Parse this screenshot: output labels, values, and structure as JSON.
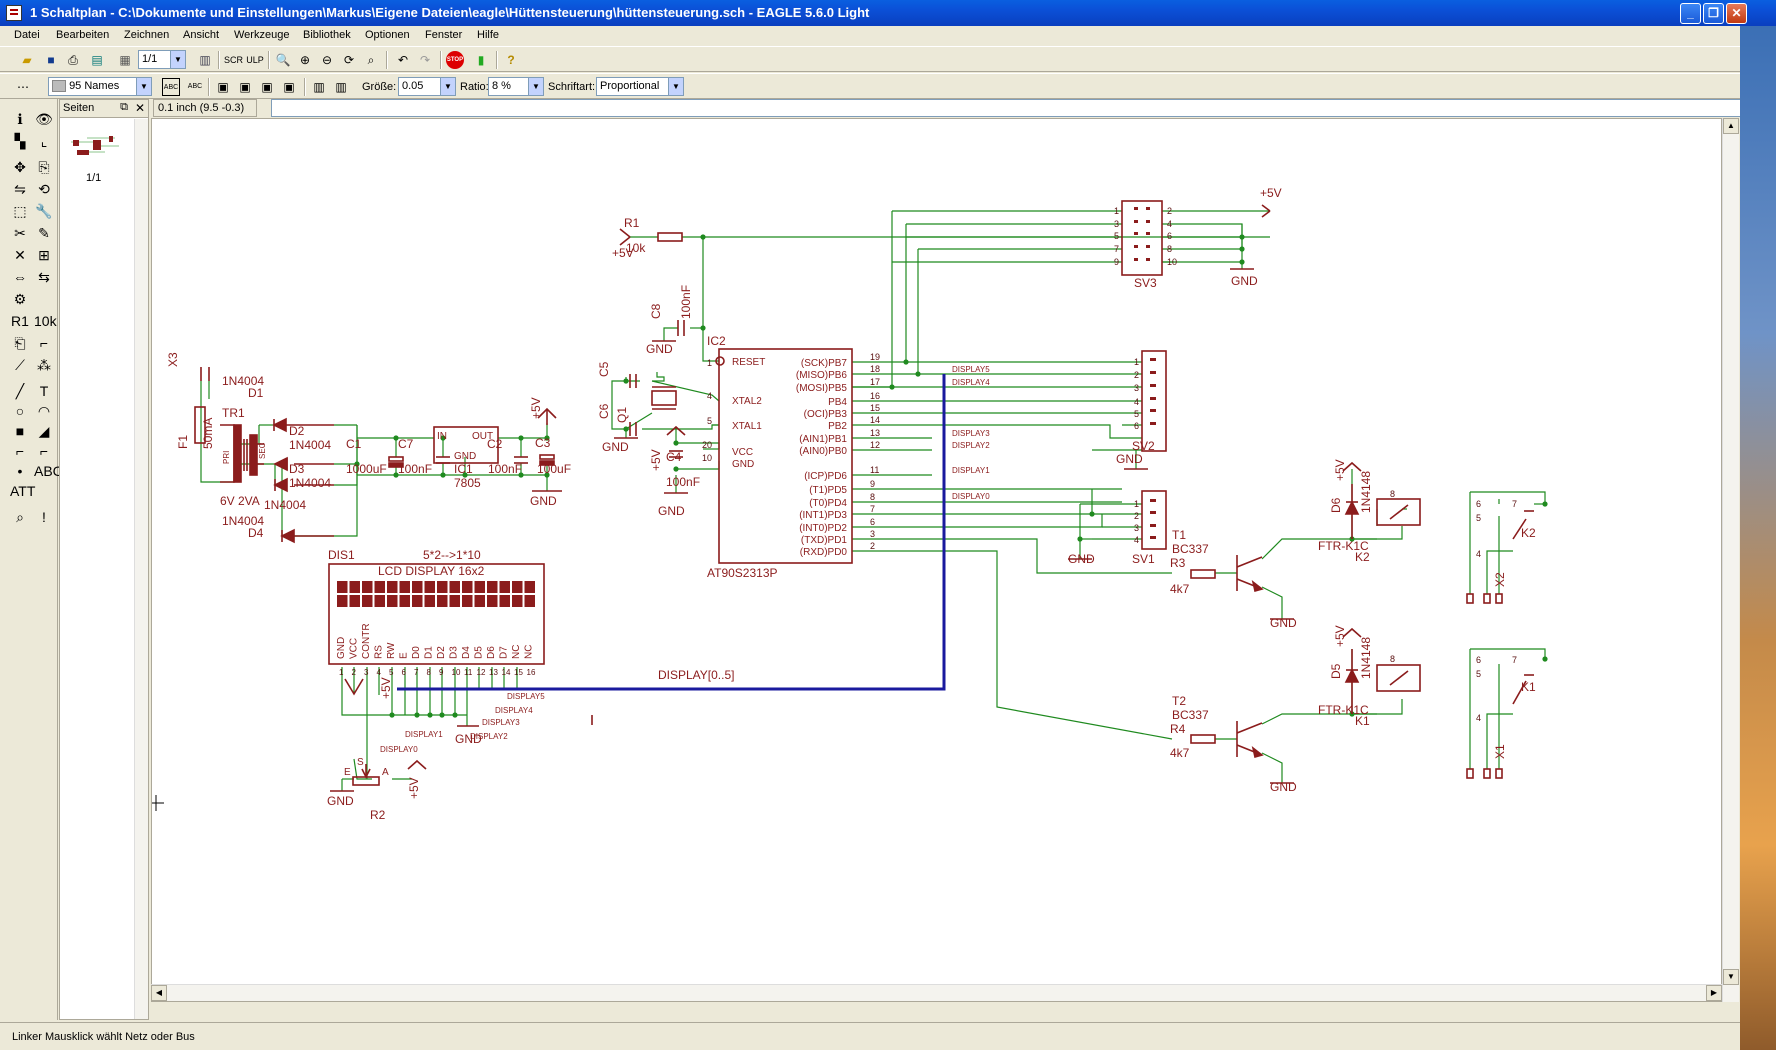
{
  "window": {
    "title": "1 Schaltplan - C:\\Dokumente und Einstellungen\\Markus\\Eigene Dateien\\eagle\\Hüttensteuerung\\hüttensteuerung.sch - EAGLE 5.6.0 Light"
  },
  "menu": [
    "Datei",
    "Bearbeiten",
    "Zeichnen",
    "Ansicht",
    "Werkzeuge",
    "Bibliothek",
    "Optionen",
    "Fenster",
    "Hilfe"
  ],
  "toolbar1": {
    "sheet_select": "1/1"
  },
  "toolbar2": {
    "layer_select": "95 Names",
    "size_label": "Größe:",
    "size_value": "0.05",
    "ratio_label": "Ratio:",
    "ratio_value": "8 %",
    "font_label": "Schriftart:",
    "font_value": "Proportional"
  },
  "pages_panel": {
    "title": "Seiten",
    "page_label": "1/1"
  },
  "coordinate_readout": "0.1 inch (9.5 -0.3)",
  "status_message": "Linker Mausklick wählt Netz oder Bus",
  "schematic": {
    "parts": {
      "X3": "X3",
      "F1": "F1",
      "F1_val": "50mA",
      "TR1": "TR1",
      "TR1_val": "6V 2VA",
      "D1": "D1",
      "D2": "D2",
      "D3": "D3",
      "D4": "D4",
      "diode_val": "1N4004",
      "C1": "C1",
      "C1_val": "1000uF",
      "C7": "C7",
      "C7_val": "100nF",
      "C2": "C2",
      "C2_val": "100nF",
      "C3": "C3",
      "C3_val": "100uF",
      "IC1": "IC1",
      "IC1_val": "7805",
      "R1": "R1",
      "R1_val": "10k",
      "C8": "C8",
      "C8_val": "100nF",
      "C5": "C5",
      "C6": "C6",
      "Q1": "Q1",
      "C4": "C4",
      "C4_val": "100nF",
      "IC2": "IC2",
      "IC2_val": "AT90S2313P",
      "SV1": "SV1",
      "SV2": "SV2",
      "SV3": "SV3",
      "T1": "T1",
      "T2": "T2",
      "transistor_val": "BC337",
      "R3": "R3",
      "R4": "R4",
      "resistor_val": "4k7",
      "D5": "D5",
      "D6": "D6",
      "diode2_val": "1N4148",
      "K1": "K1",
      "K2": "K2",
      "relay_val": "FTR-K1C",
      "X1": "X1",
      "X2": "X2",
      "DIS1": "DIS1",
      "DIS1_val": "LCD DISPLAY 16x2",
      "DIS1_note": "5*2-->1*10",
      "R2": "R2"
    },
    "net_labels": {
      "plus5v": "+5V",
      "gnd": "GND",
      "bus": "DISPLAY[0..5]",
      "display": [
        "DISPLAY0",
        "DISPLAY1",
        "DISPLAY2",
        "DISPLAY3",
        "DISPLAY4",
        "DISPLAY5"
      ]
    },
    "ic_pins_left": [
      "RESET",
      "XTAL2",
      "XTAL1",
      "VCC",
      "GND"
    ],
    "ic_pins_right": [
      "(SCK)PB7",
      "(MISO)PB6",
      "(MOSI)PB5",
      "PB4",
      "(OCI)PB3",
      "PB2",
      "(AIN1)PB1",
      "(AIN0)PB0",
      "(ICP)PD6",
      "(T1)PD5",
      "(T0)PD4",
      "(INT1)PD3",
      "(INT0)PD2",
      "(TXD)PD1",
      "(RXD)PD0"
    ],
    "ic_pin_numbers_right": [
      "19",
      "18",
      "17",
      "16",
      "15",
      "14",
      "13",
      "12",
      "11",
      "9",
      "8",
      "7",
      "6",
      "3",
      "2"
    ],
    "ic_pin_numbers_left": [
      "1",
      "4",
      "5",
      "20",
      "10"
    ],
    "lcd_pins": [
      "GND",
      "VCC",
      "CONTR",
      "RS",
      "RW",
      "E",
      "D0",
      "D1",
      "D2",
      "D3",
      "D4",
      "D5",
      "D6",
      "D7",
      "NC",
      "NC"
    ],
    "lcd_pin_numbers": [
      "1",
      "2",
      "3",
      "4",
      "5",
      "6",
      "7",
      "8",
      "9",
      "10",
      "11",
      "12",
      "13",
      "14",
      "15",
      "16"
    ],
    "misc": {
      "pri": "PRI",
      "sec": "SEC",
      "in": "IN",
      "out": "OUT",
      "vcc": "VCC",
      "e": "E",
      "a": "A",
      "s": "S"
    }
  },
  "colors": {
    "wire": "#1f8a1f",
    "bus": "#1a1a9e",
    "symbol": "#8b1c1c",
    "junction": "#1f8a1f"
  }
}
